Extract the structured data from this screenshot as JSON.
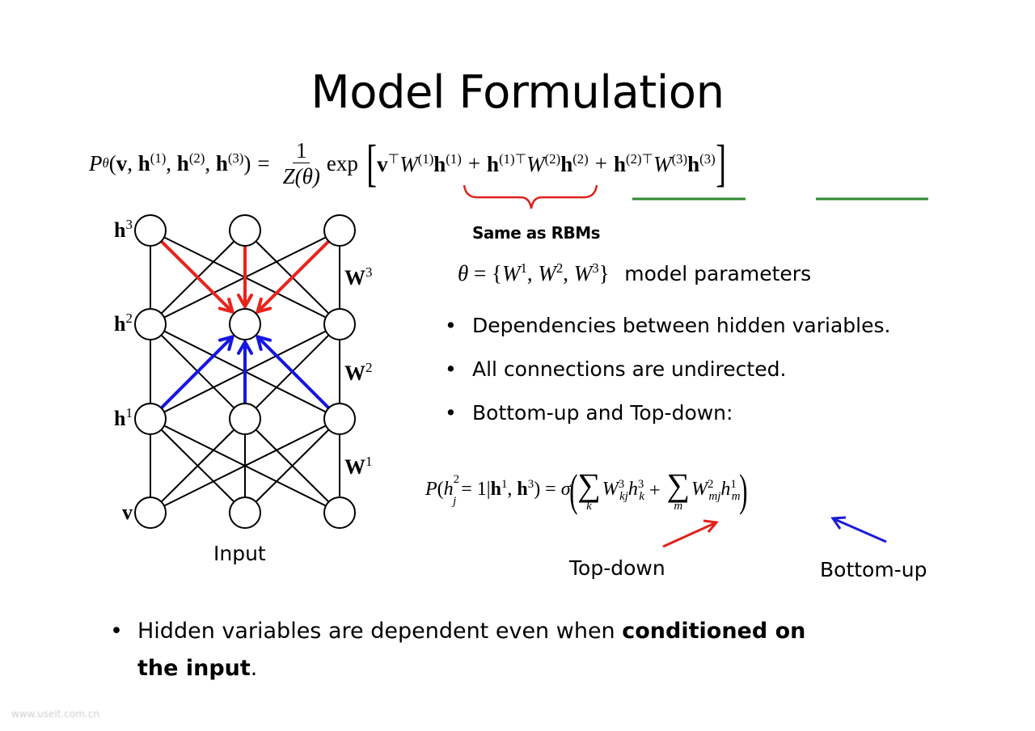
{
  "slide": {
    "title": "Model Formulation",
    "watermark": "www.useit.com.cn"
  },
  "main_equation": {
    "lhs": "Pθ(v, h(1), h(2), h(3)) =",
    "lhs_parts": {
      "P": "P",
      "sub": "θ",
      "args": "(v, h(1), h(2), h(3))",
      "eq": "="
    },
    "numerator": "1",
    "denominator": "Z(θ)",
    "exp": "exp",
    "term1": "v⊤W(1)h(1)",
    "plus1": "+",
    "term2": "h(1)⊤W(2)h(2)",
    "plus2": "+",
    "term3": "h(2)⊤W(3)h(3)",
    "brace_color": "#e0211b",
    "underline_color": "#2b8a2b"
  },
  "annotations": {
    "same_as_rbms": "Same as RBMs",
    "theta_eq": "θ = {W1, W2, W3}",
    "theta_text": "model parameters"
  },
  "bullets": [
    "Dependencies between hidden variables.",
    "All connections are undirected.",
    "Bottom-up and Top-down:"
  ],
  "conditional_equation": {
    "lhs": "P(h",
    "text": "P(hj2 = 1 | h1, h3) = σ( Σk Wkj3 hk3 + Σm Wmj2 hm1 )",
    "sum1_index": "k",
    "sum2_index": "m",
    "sigma": "σ"
  },
  "arrow_labels": {
    "top_down": "Top-down",
    "bottom_up": "Bottom-up",
    "top_down_color": "#e0211b",
    "bottom_up_color": "#1a1ad6"
  },
  "network": {
    "layers": [
      {
        "name": "h",
        "sup": "3",
        "nodes": 3
      },
      {
        "name": "h",
        "sup": "2",
        "nodes": 3
      },
      {
        "name": "h",
        "sup": "1",
        "nodes": 3
      },
      {
        "name": "v",
        "sup": "",
        "nodes": 3
      }
    ],
    "weights": [
      {
        "name": "W",
        "sup": "3"
      },
      {
        "name": "W",
        "sup": "2"
      },
      {
        "name": "W",
        "sup": "1"
      }
    ],
    "input_label": "Input",
    "top_down_color": "#e8231c",
    "bottom_up_color": "#1616e0",
    "edge_color": "#000000"
  },
  "bottom_bullet": {
    "normal": "Hidden variables are dependent even when ",
    "bold1": "conditioned on",
    "bold2": "the input",
    "end": "."
  }
}
